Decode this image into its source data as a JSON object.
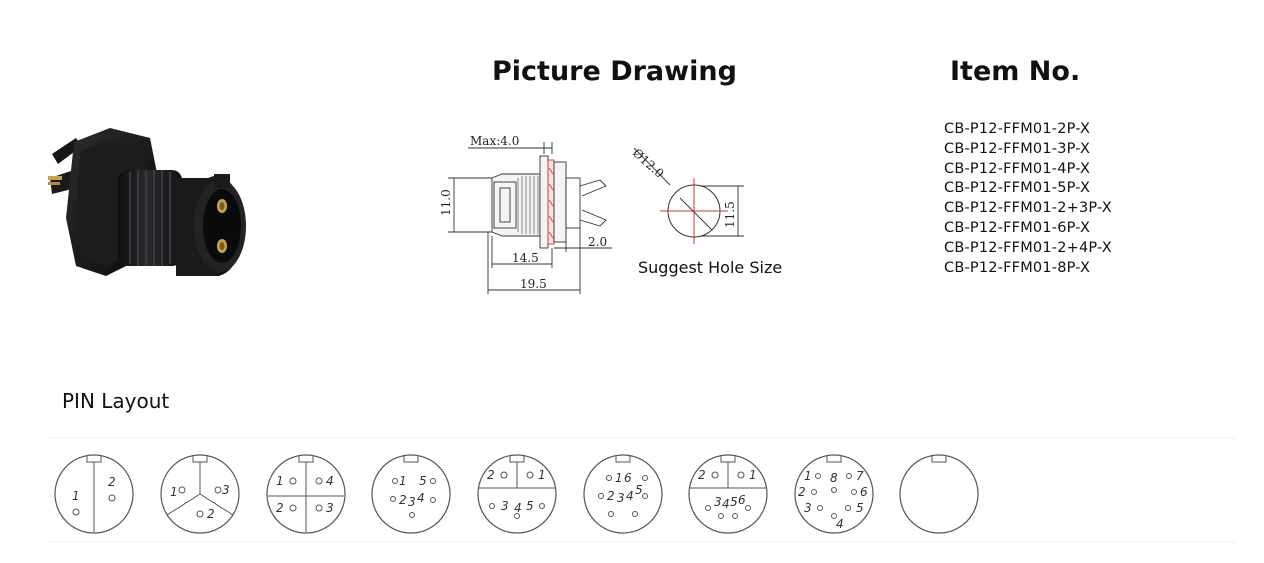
{
  "headings": {
    "picture_drawing": "Picture Drawing",
    "item_no": "Item No.",
    "pin_layout": "PIN Layout"
  },
  "drawing": {
    "dimensions": {
      "max": "Max:4.0",
      "height": "11.0",
      "flange": "2.0",
      "length_a": "14.5",
      "length_b": "19.5",
      "hole_diameter": "Ø12.0",
      "hole_flat": "11.5"
    },
    "hole_caption": "Suggest Hole Size"
  },
  "items": [
    "CB-P12-FFM01-2P-X",
    "CB-P12-FFM01-3P-X",
    "CB-P12-FFM01-4P-X",
    "CB-P12-FFM01-5P-X",
    "CB-P12-FFM01-2+3P-X",
    "CB-P12-FFM01-6P-X",
    "CB-P12-FFM01-2+4P-X",
    "CB-P12-FFM01-8P-X"
  ],
  "pins": {
    "p2": [
      "1",
      "2"
    ],
    "p3": [
      "1",
      "2",
      "3"
    ],
    "p4": [
      "1",
      "2",
      "3",
      "4"
    ],
    "p5": [
      "1",
      "2",
      "3",
      "4",
      "5"
    ],
    "p23": [
      "1",
      "2",
      "3",
      "4",
      "5"
    ],
    "p6": [
      "1",
      "2",
      "3",
      "4",
      "5",
      "6"
    ],
    "p24": [
      "1",
      "2",
      "3",
      "4",
      "5",
      "6"
    ],
    "p8": [
      "1",
      "2",
      "3",
      "4",
      "5",
      "6",
      "7",
      "8"
    ]
  },
  "colors": {
    "product_body": "#1c1c1e",
    "pin_gold": "#c9a24a",
    "drawing_red": "#d0342c",
    "line": "#555555"
  }
}
